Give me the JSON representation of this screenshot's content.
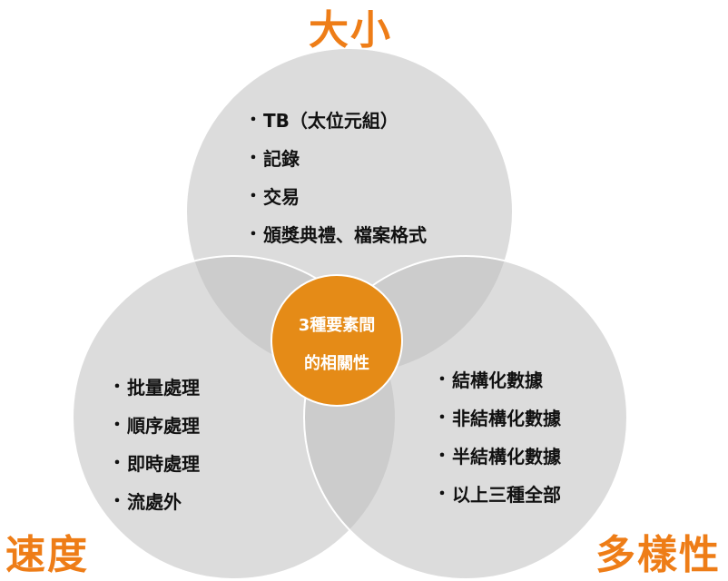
{
  "titles": {
    "top": "大小",
    "left": "速度",
    "right": "多樣性"
  },
  "size_items": [
    "TB（太位元組）",
    "記錄",
    "交易",
    "頒獎典禮、檔案格式"
  ],
  "speed_items": [
    "批量處理",
    "順序處理",
    "即時處理",
    "流處外"
  ],
  "variety_items": [
    "結構化數據",
    "非結構化數據",
    "半結構化數據",
    "以上三種全部"
  ],
  "center": {
    "line1": "3種要素間",
    "line2": "的相關性"
  },
  "colors": {
    "circle": "#bfbfbf",
    "accent": "#ee7d17",
    "center_disc": "#e58b17"
  }
}
